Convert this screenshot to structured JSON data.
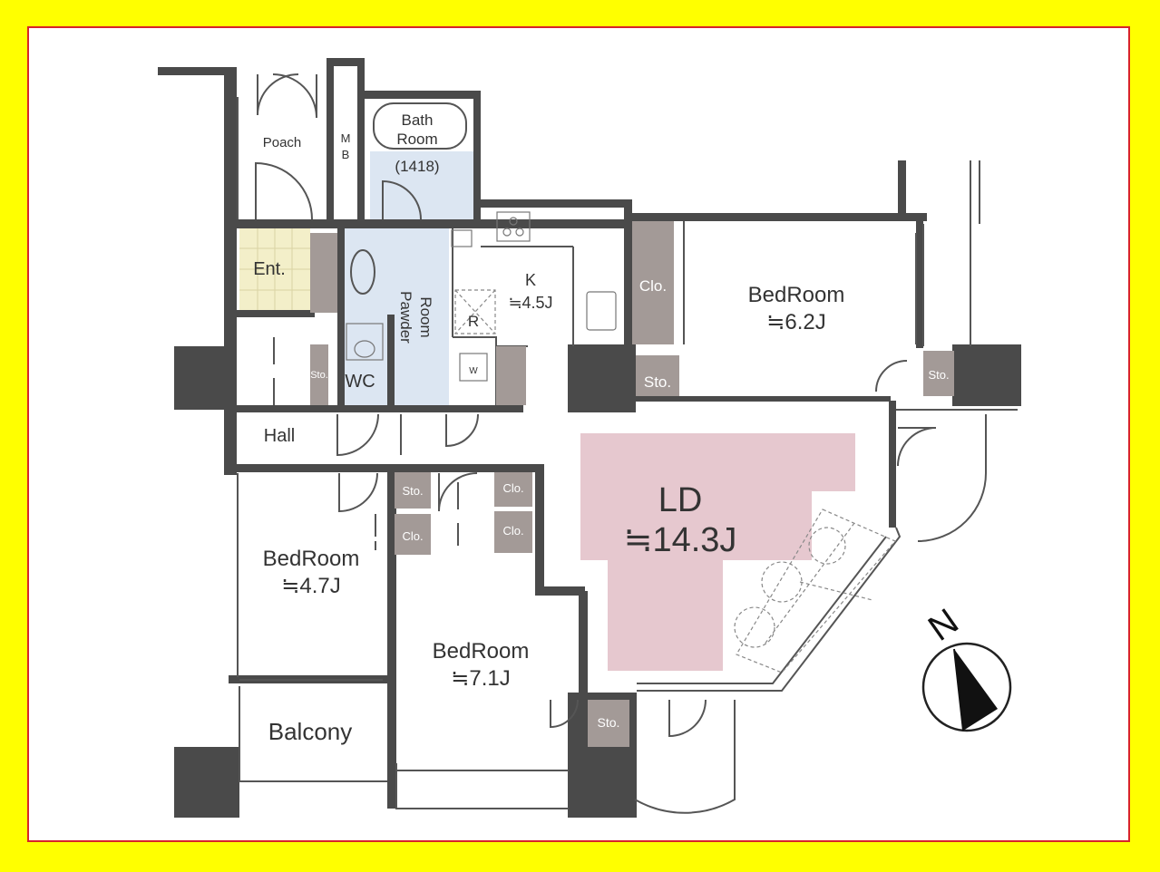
{
  "colors": {
    "background": "#ffff00",
    "frame_border": "#d8232a",
    "wall": "#4a4a4a",
    "living_fill": "#e6c8cf",
    "wet_area_fill": "#dce6f2",
    "entrance_tile": "#f3efc9",
    "closet_fill": "#a39a97"
  },
  "rooms": {
    "poach": "Poach",
    "mb_1": "M",
    "mb_2": "B",
    "bath_1": "Bath",
    "bath_2": "Room",
    "bath_size": "(1418)",
    "ent": "Ent.",
    "powder_1": "Pawder",
    "powder_2": "Room",
    "kitchen": "K",
    "kitchen_size": "≒4.5J",
    "fridge": "R",
    "washer": "W",
    "wc": "WC",
    "hall": "Hall",
    "bed1_name": "BedRoom",
    "bed1_size": "≒6.2J",
    "bed2_name": "BedRoom",
    "bed2_size": "≒4.7J",
    "bed3_name": "BedRoom",
    "bed3_size": "≒7.1J",
    "ld_name": "LD",
    "ld_size": "≒14.3J",
    "balcony": "Balcony"
  },
  "storage": {
    "clo_bed1": "Clo.",
    "sto_bed1": "Sto.",
    "sto_right": "Sto.",
    "sto_hall": "Sto.",
    "sto_wc": "Sto.",
    "clo_bed2": "Clo.",
    "clo_a": "Clo.",
    "clo_b": "Clo.",
    "sto_bed3": "Sto."
  },
  "compass": {
    "label": "N",
    "icon": "north-arrow-icon"
  }
}
